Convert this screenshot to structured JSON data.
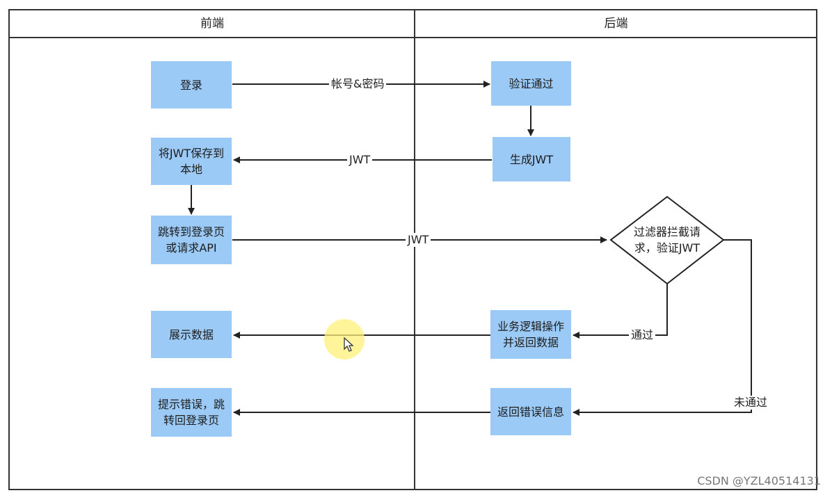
{
  "lanes": {
    "frontend": "前端",
    "backend": "后端"
  },
  "nodes": {
    "login": "登录",
    "verify_pass": "验证通过",
    "generate_jwt": "生成JWT",
    "save_jwt": "将JWT保存到本地",
    "jump_or_request": "跳转到登录页或请求API",
    "filter_verify": "过滤器拦截请求，验证JWT",
    "business_logic": "业务逻辑操作并返回数据",
    "show_data": "展示数据",
    "return_error": "返回错误信息",
    "prompt_error": "提示错误，跳转回登录页"
  },
  "edges": {
    "account_password": "帐号&密码",
    "jwt_to_frontend": "JWT",
    "jwt_to_backend": "JWT",
    "passed": "通过",
    "not_passed": "未通过"
  },
  "watermark": "CSDN @YZL40514131",
  "colors": {
    "node_fill": "#9ccaf6",
    "line": "#222222",
    "border": "#333333"
  },
  "icons": {
    "cursor": "pointer-cursor-icon"
  }
}
